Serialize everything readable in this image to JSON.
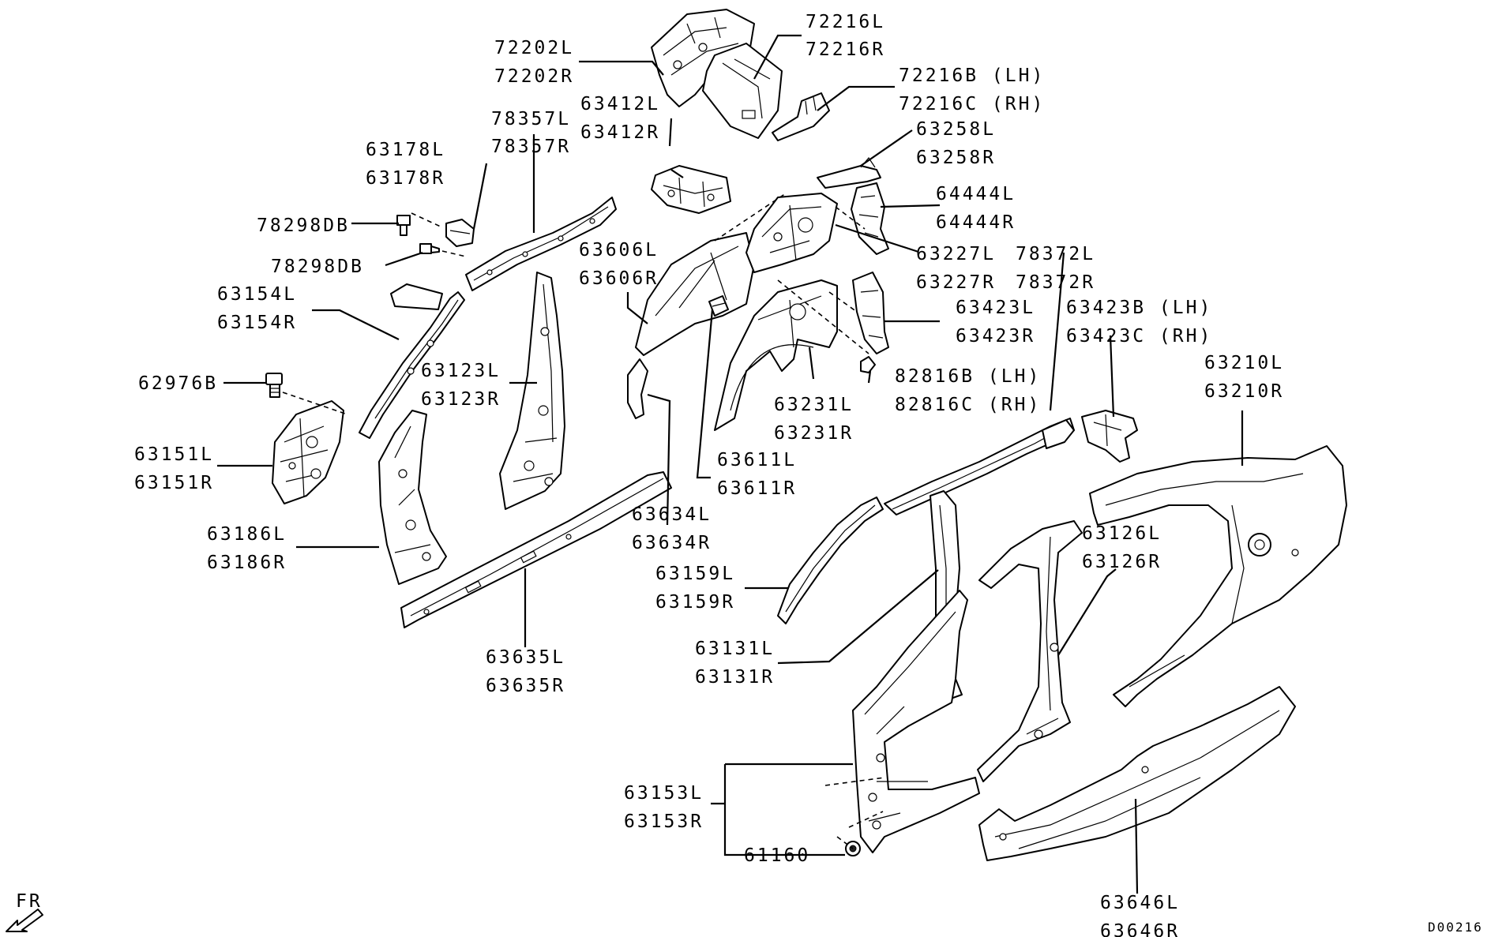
{
  "labels": {
    "p72202": [
      "72202L",
      "72202R"
    ],
    "p72216": [
      "72216L",
      "72216R"
    ],
    "p72216b": [
      "72216B (LH)",
      "72216C (RH)"
    ],
    "p63412": [
      "63412L",
      "63412R"
    ],
    "p78357": [
      "78357L",
      "78357R"
    ],
    "p63178": [
      "63178L",
      "63178R"
    ],
    "p63258": [
      "63258L",
      "63258R"
    ],
    "p64444": [
      "64444L",
      "64444R"
    ],
    "p78298a": [
      "78298DB"
    ],
    "p78298b": [
      "78298DB"
    ],
    "p63606": [
      "63606L",
      "63606R"
    ],
    "p63227": [
      "63227L",
      "63227R"
    ],
    "p78372": [
      "78372L",
      "78372R"
    ],
    "p63154": [
      "63154L",
      "63154R"
    ],
    "p63423": [
      "63423L",
      "63423R"
    ],
    "p63423b": [
      "63423B (LH)",
      "63423C (RH)"
    ],
    "p62976": [
      "62976B"
    ],
    "p63123": [
      "63123L",
      "63123R"
    ],
    "p82816": [
      "82816B (LH)",
      "82816C (RH)"
    ],
    "p63210": [
      "63210L",
      "63210R"
    ],
    "p63231": [
      "63231L",
      "63231R"
    ],
    "p63151": [
      "63151L",
      "63151R"
    ],
    "p63611": [
      "63611L",
      "63611R"
    ],
    "p63186": [
      "63186L",
      "63186R"
    ],
    "p63634": [
      "63634L",
      "63634R"
    ],
    "p63126": [
      "63126L",
      "63126R"
    ],
    "p63159": [
      "63159L",
      "63159R"
    ],
    "p63131": [
      "63131L",
      "63131R"
    ],
    "p63635": [
      "63635L",
      "63635R"
    ],
    "p63153": [
      "63153L",
      "63153R"
    ],
    "p61160": [
      "61160"
    ],
    "p63646": [
      "63646L",
      "63646R"
    ]
  },
  "orientation": "FR",
  "diagram_code": "D00216"
}
